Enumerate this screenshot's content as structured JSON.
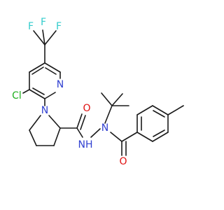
{
  "molecule": {
    "atom_labels": {
      "F1": "F",
      "F2": "F",
      "F3": "F",
      "Cl": "Cl",
      "N_pyridine": "N",
      "N_pyrrolidine": "N",
      "O_amide": "O",
      "NH": "NH",
      "N_hydrazide": "N",
      "O_benzoyl": "O"
    },
    "colors": {
      "carbon_bond": "#1a1a1a",
      "fluorine": "#33cccc",
      "chlorine": "#1fb01f",
      "nitrogen": "#2f3fd0",
      "oxygen": "#e01010"
    }
  }
}
